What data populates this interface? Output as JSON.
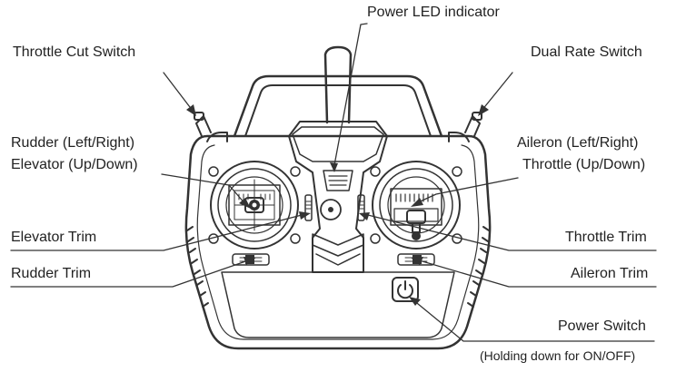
{
  "labels": {
    "power_led": "Power LED indicator",
    "throttle_cut": "Throttle Cut Switch",
    "dual_rate": "Dual Rate Switch",
    "rudder_lr": "Rudder (Left/Right)",
    "elevator_ud": "Elevator (Up/Down)",
    "aileron_lr": "Aileron (Left/Right)",
    "throttle_ud": "Throttle (Up/Down)",
    "elevator_trim": "Elevator Trim",
    "throttle_trim": "Throttle Trim",
    "rudder_trim": "Rudder Trim",
    "aileron_trim": "Aileron Trim",
    "power_switch": "Power Switch",
    "power_note": "(Holding down for ON/OFF)"
  }
}
